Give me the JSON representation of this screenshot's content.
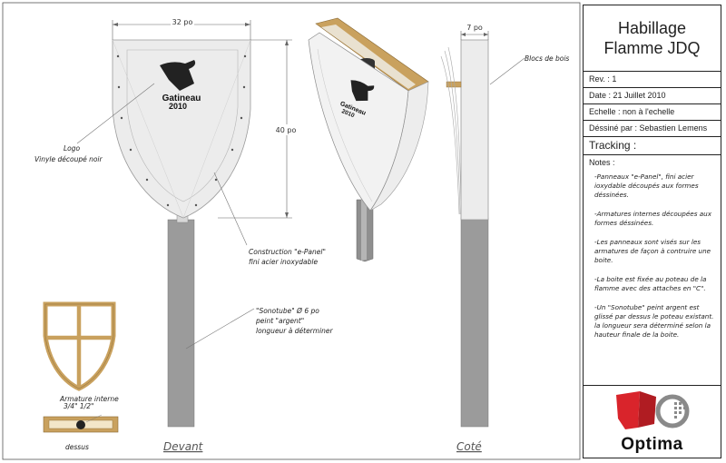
{
  "title": {
    "line1": "Habillage",
    "line2": "Flamme JDQ"
  },
  "info": {
    "rev": "Rev. : 1",
    "date": "Date : 21 Juillet 2010",
    "scale": "Echelle : non à l'echelle",
    "drawn_by": "Déssiné par  : Sebastien Lemens",
    "tracking": "Tracking :"
  },
  "notes": {
    "title": "Notes :",
    "items": [
      "-Panneaux \"e-Panel\", fini acier ioxydable découpés aux formes déssinées.",
      "-Armatures internes découpées aux formes déssinées.",
      "-Les panneaux sont visés sur les armatures de façon à contruire une boite.",
      "-La boite est fixée au poteau de la flamme avec des attaches en \"C\".",
      "-Un \"Sonotube\" peint argent est glissé par dessus le poteau existant. la longueur sera déterminé selon la hauteur finale de la boite."
    ]
  },
  "company_logo": {
    "text": "Optima",
    "red": "#d9242b",
    "grey": "#8a8a8a"
  },
  "drawing": {
    "dimensions": {
      "width": "32 po",
      "height": "40 po",
      "depth": "7 po"
    },
    "callouts": {
      "logo_line1": "Logo",
      "logo_line2": "Vinyle découpé noir",
      "panel_line1": "Construction \"e-Panel\"",
      "panel_line2": "fini acier inoxydable",
      "tube_line1": "\"Sonotube\" Ø 6 po",
      "tube_line2": "peint \"argent\"",
      "tube_line3": "longueur à déterminer",
      "wood": "Blocs de bois",
      "armature": "Armature interne",
      "armature_sub": "3/4\" 1/2\"",
      "top_view": "dessus"
    },
    "view_labels": {
      "front": "Devant",
      "side": "Coté"
    },
    "sign_logo": {
      "line1": "Gatineau",
      "line2": "2010"
    }
  },
  "colors": {
    "wood": "#c9a15e",
    "post": "#9b9b9b",
    "panel": "#ececec"
  }
}
